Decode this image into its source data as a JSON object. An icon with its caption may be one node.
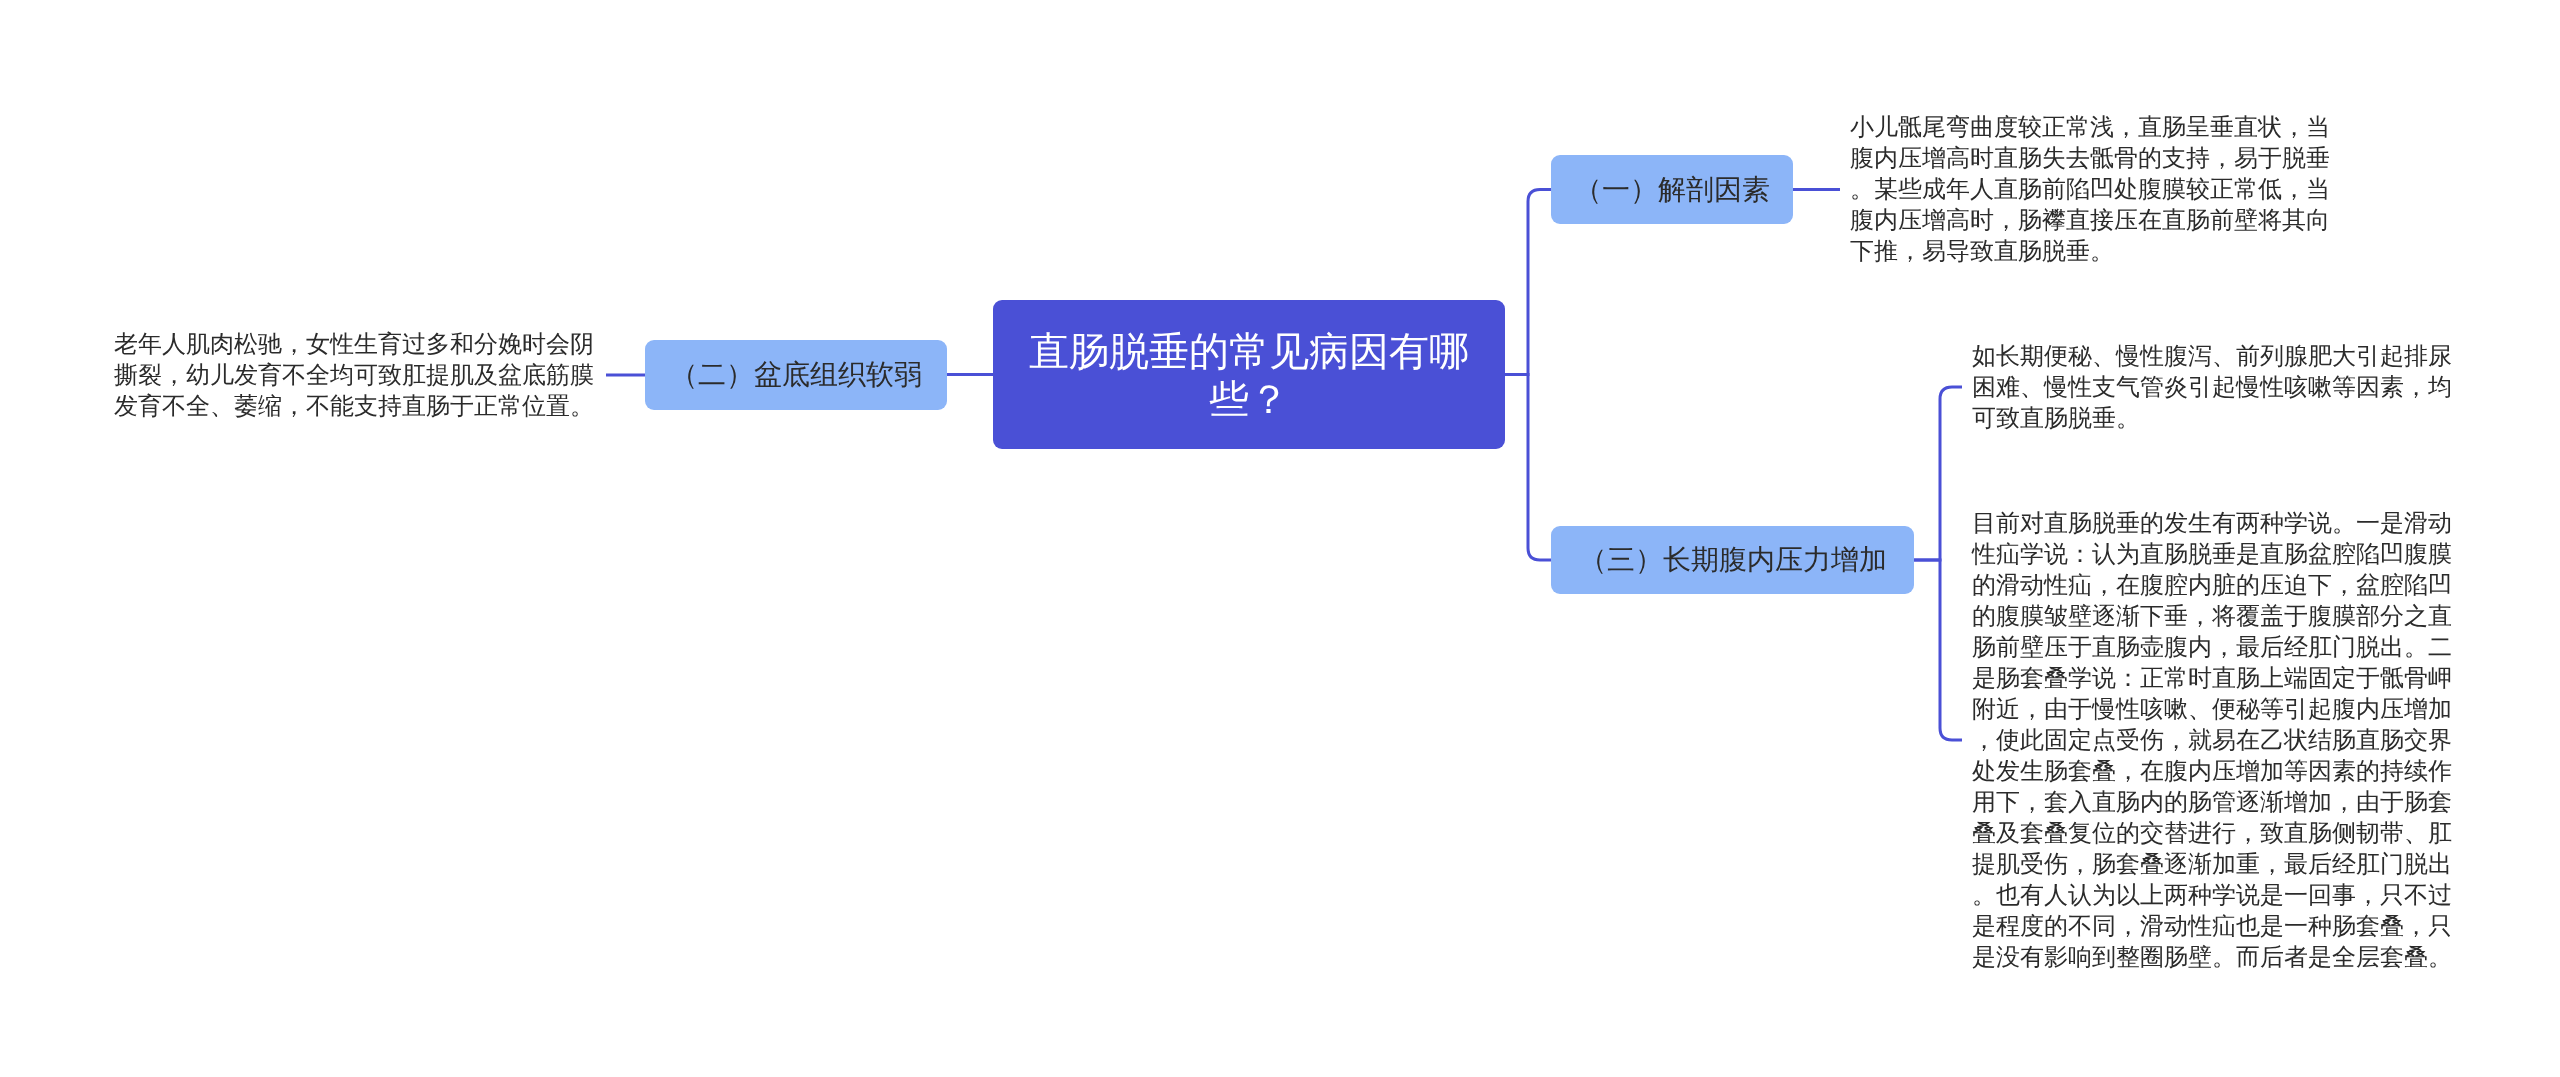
{
  "diagram": {
    "nodes": [
      {
        "text": [
          "直肠脱垂的常见病因有哪些？"
        ]
      },
      {
        "text": [
          "（一）解剖因素"
        ]
      },
      {
        "text": [
          "小儿骶尾弯曲度较正常浅，直肠呈垂直状，当腹内压增高时直肠失去骶骨的支持，易于脱垂。某些成年人直肠前陷凹处腹膜较正常低，当腹内压增高时，肠襻直接压在直肠前壁将其向下推，易导致直肠脱垂。"
        ]
      },
      {
        "text": [
          "（二）盆底组织软弱"
        ]
      },
      {
        "text": [
          "老年人肌肉松驰，女性生育过多和分娩时会阴撕裂，幼儿发育不全均可致肛提肌及盆底筋膜发育不全、萎缩，不能支持直肠于正常位置。"
        ]
      },
      {
        "text": [
          "（三）长期腹内压力增加"
        ]
      },
      {
        "text": [
          "如长期便秘、慢性腹泻、前列腺肥大引起排尿困难、慢性支气管炎引起慢性咳嗽等因素，均可致直肠脱垂。"
        ]
      },
      {
        "text": [
          "目前对直肠脱垂的发生有两种学说。一是滑动性疝学说：认为直肠脱垂是直肠盆腔陷凹腹膜的滑动性疝，在腹腔内脏的压迫下，盆腔陷凹的腹膜皱壁逐渐下垂，将覆盖于腹膜部分之直肠前壁压于直肠壶腹内，最后经肛门脱出。二是肠套叠学说：正常时直肠上端固定于骶骨岬附近，由于慢性咳嗽、便秘等引起腹内压增加，使此固定点受伤，就易在乙状结肠直肠交界处发生肠套叠，在腹内压增加等因素的持续作用下，套入直肠内的肠管逐渐增加，由于肠套叠及套叠复位的交替进行，致直肠侧韧带、肛提肌受伤，肠套叠逐渐加重，最后经肛门脱出。也有人认为以上两种学说是一回事，只不过是程度的不同，滑动性疝也是一种肠套叠，只是没有影响到整圈肠壁。而后者是全层套叠。"
        ]
      }
    ],
    "edges": [
      {
        "from": 0,
        "to": 1,
        "arrow": "none"
      },
      {
        "from": 1,
        "to": 2,
        "arrow": "none"
      },
      {
        "from": 0,
        "to": 3,
        "arrow": "none"
      },
      {
        "from": 3,
        "to": 4,
        "arrow": "none"
      },
      {
        "from": 0,
        "to": 5,
        "arrow": "none"
      },
      {
        "from": 5,
        "to": 6,
        "arrow": "none"
      },
      {
        "from": 5,
        "to": 7,
        "arrow": "none"
      }
    ]
  }
}
